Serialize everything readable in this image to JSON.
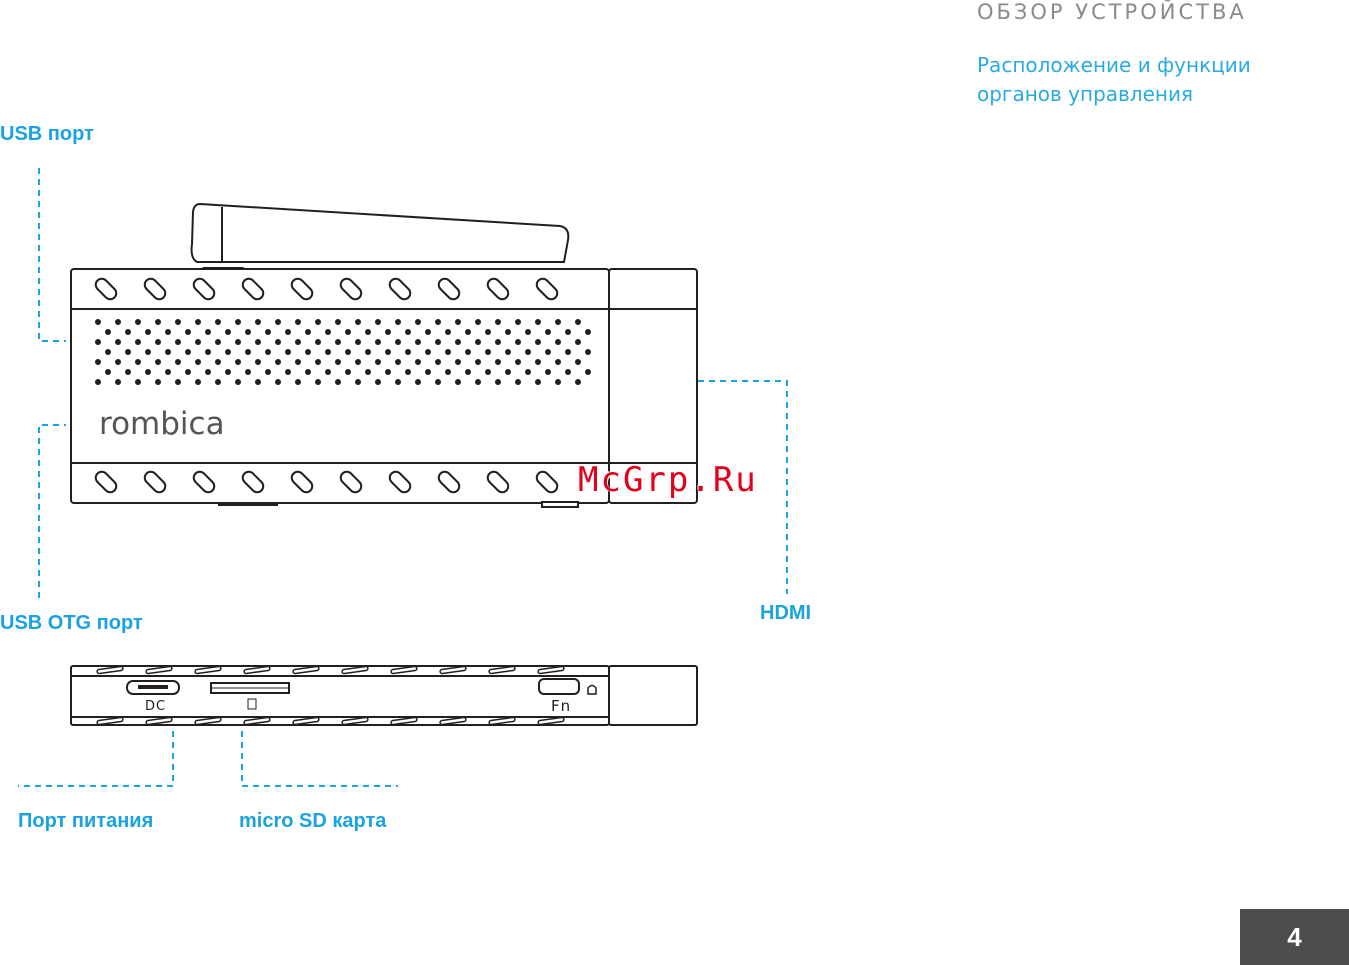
{
  "header": {
    "section_title": "ОБЗОР УСТРОЙСТВА",
    "subtitle_line1": "Расположение и функции",
    "subtitle_line2": "органов управления"
  },
  "callouts": {
    "usb_port": "USB порт",
    "usb_otg_port": "USB OTG порт",
    "hdmi": "HDMI",
    "power_port": "Порт питания",
    "micro_sd": "micro SD карта"
  },
  "device": {
    "brand": "rombica",
    "dc_label": "DC",
    "fn_label": "Fn"
  },
  "watermark": "McGrp.Ru",
  "page_number": "4",
  "colors": {
    "accent": "#1aa3e0",
    "outline": "#231f20",
    "badge": "#4d4d4d"
  }
}
